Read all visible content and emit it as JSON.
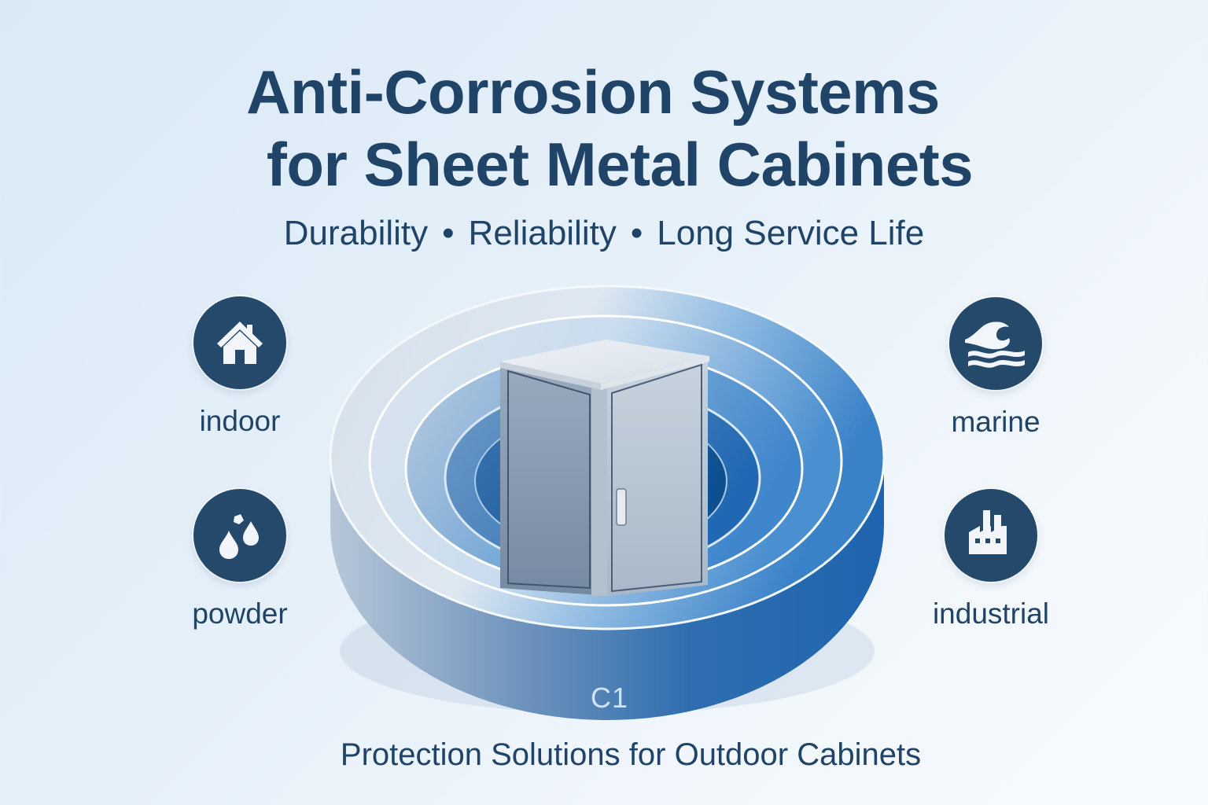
{
  "header": {
    "title_line1": "Anti-Corrosion Systems",
    "title_line2": "for Sheet Metal Cabinets",
    "subtitle": {
      "items": [
        "Durability",
        "Reliability",
        "Long Service Life"
      ],
      "separator": "•"
    }
  },
  "features": {
    "left": [
      {
        "label": "indoor",
        "icon": "house-icon"
      },
      {
        "label": "powder",
        "icon": "droplets-icon"
      }
    ],
    "right": [
      {
        "label": "marine",
        "icon": "wave-icon"
      },
      {
        "label": "industrial",
        "icon": "factory-icon"
      }
    ]
  },
  "illustration": {
    "subject": "sheet-metal-cabinet",
    "rings": 5,
    "base_label": "C1"
  },
  "footer": {
    "tagline": "Protection Solutions for Outdoor Cabinets"
  },
  "colors": {
    "text": "#1f4468",
    "icon_circle": "#25496b",
    "ring_blue": "#2f78c0",
    "ring_dark": "#0d4f8f",
    "ring_light": "#dfe8f1",
    "cabinet_light": "#c3cfdb",
    "cabinet_dark": "#7f92a9",
    "background_start": "#d9e9f6",
    "background_end": "#f8fbfe"
  }
}
